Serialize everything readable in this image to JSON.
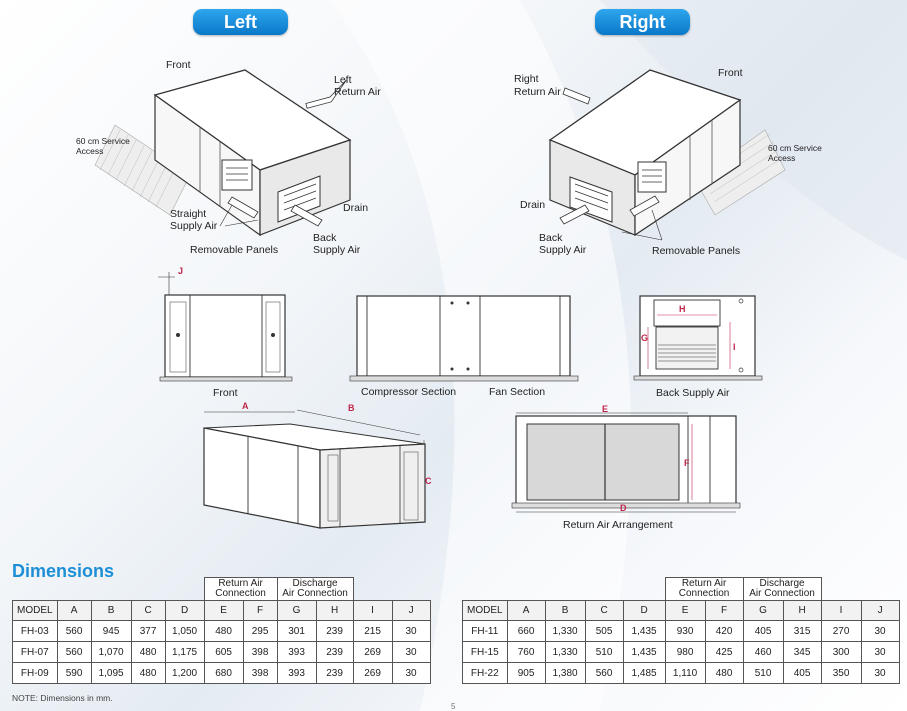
{
  "headers": {
    "left": "Left",
    "right": "Right"
  },
  "left_view": {
    "front": "Front",
    "return_air": [
      "Left",
      "Return Air"
    ],
    "service": [
      "60 cm Service",
      "Access"
    ],
    "straight_supply": [
      "Straight",
      "Supply Air"
    ],
    "drain": "Drain",
    "back_supply": [
      "Back",
      "Supply Air"
    ],
    "removable": "Removable Panels"
  },
  "right_view": {
    "return_air": [
      "Right",
      "Return Air"
    ],
    "front": "Front",
    "service": [
      "60 cm Service",
      "Access"
    ],
    "drain": "Drain",
    "back_supply": [
      "Back",
      "Supply Air"
    ],
    "removable": "Removable Panels"
  },
  "views": {
    "front": "Front",
    "compressor": "Compressor Section",
    "fan": "Fan Section",
    "back_supply": "Back Supply Air",
    "return_arrangement": "Return Air Arrangement"
  },
  "dim_letters": {
    "a": "A",
    "b": "B",
    "c": "C",
    "d": "D",
    "e": "E",
    "f": "F",
    "g": "G",
    "h": "H",
    "i": "I",
    "j": "J"
  },
  "dimensions_title": "Dimensions",
  "table_group_headers": {
    "return": [
      "Return Air",
      "Connection"
    ],
    "discharge": [
      "Discharge",
      "Air Connection"
    ]
  },
  "columns": [
    "MODEL",
    "A",
    "B",
    "C",
    "D",
    "E",
    "F",
    "G",
    "H",
    "I",
    "J"
  ],
  "table_left": [
    [
      "FH-03",
      "560",
      "945",
      "377",
      "1,050",
      "480",
      "295",
      "301",
      "239",
      "215",
      "30"
    ],
    [
      "FH-07",
      "560",
      "1,070",
      "480",
      "1,175",
      "605",
      "398",
      "393",
      "239",
      "269",
      "30"
    ],
    [
      "FH-09",
      "590",
      "1,095",
      "480",
      "1,200",
      "680",
      "398",
      "393",
      "239",
      "269",
      "30"
    ]
  ],
  "table_right": [
    [
      "FH-11",
      "660",
      "1,330",
      "505",
      "1,435",
      "930",
      "420",
      "405",
      "315",
      "270",
      "30"
    ],
    [
      "FH-15",
      "760",
      "1,330",
      "510",
      "1,435",
      "980",
      "425",
      "460",
      "345",
      "300",
      "30"
    ],
    [
      "FH-22",
      "905",
      "1,380",
      "560",
      "1,485",
      "1,110",
      "480",
      "510",
      "405",
      "350",
      "30"
    ]
  ],
  "note": "NOTE: Dimensions in mm.",
  "page_number": "5"
}
